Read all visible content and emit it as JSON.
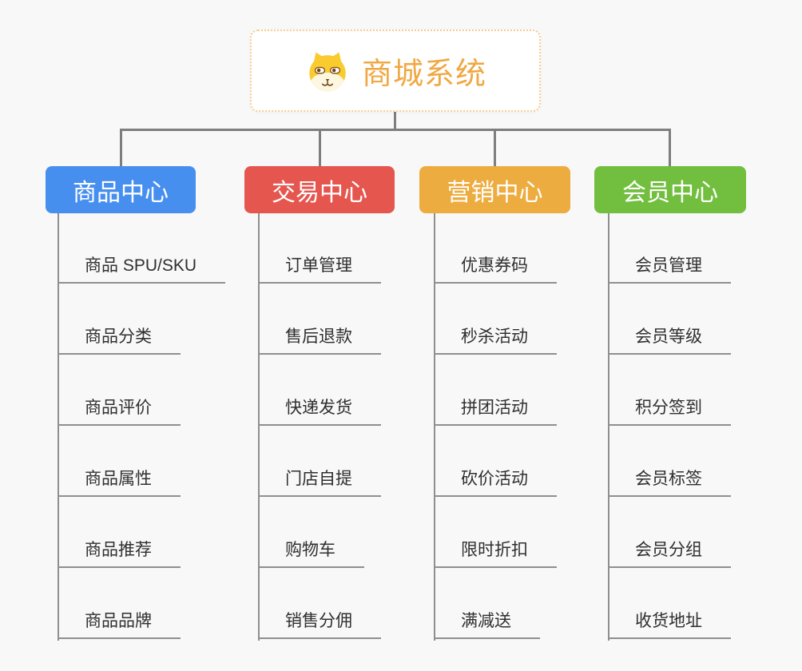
{
  "root": {
    "title": "商城系统",
    "icon": "shiba-dog-icon",
    "title_color": "#F0A843",
    "border_color": "#F7CD8F"
  },
  "colors": {
    "background": "#F8F8F8",
    "connector": "#7E7E7E",
    "leaf_line": "#8F8F8F",
    "leaf_text": "#2F2F2F"
  },
  "branches": [
    {
      "label": "商品中心",
      "color": "#478FEF",
      "items": [
        "商品 SPU/SKU",
        "商品分类",
        "商品评价",
        "商品属性",
        "商品推荐",
        "商品品牌"
      ]
    },
    {
      "label": "交易中心",
      "color": "#E5564F",
      "items": [
        "订单管理",
        "售后退款",
        "快递发货",
        "门店自提",
        "购物车",
        "销售分佣"
      ]
    },
    {
      "label": "营销中心",
      "color": "#EDAC3F",
      "items": [
        "优惠券码",
        "秒杀活动",
        "拼团活动",
        "砍价活动",
        "限时折扣",
        "满减送"
      ]
    },
    {
      "label": "会员中心",
      "color": "#72BF3F",
      "items": [
        "会员管理",
        "会员等级",
        "积分签到",
        "会员标签",
        "会员分组",
        "收货地址"
      ]
    }
  ]
}
